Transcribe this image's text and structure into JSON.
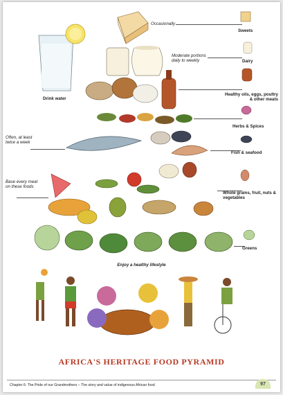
{
  "tiers": [
    {
      "label": "Sweets",
      "description": "Occasionally"
    },
    {
      "label": "Dairy",
      "description": "Moderate portions daily to weekly"
    },
    {
      "label": "Healthy oils, eggs, poultry & other meats"
    },
    {
      "label": "Herbs & Spices"
    },
    {
      "label": "Fish & seafood",
      "description": "Often, at least twice a week"
    },
    {
      "label": "Whole grains, fruit, nuts & vegetables",
      "description": "Base every meal on these foods"
    },
    {
      "label": "Greens"
    }
  ],
  "side_labels": {
    "drink": "Drink water",
    "lifestyle": "Enjoy a healthy lifestyle"
  },
  "title": "AFRICA'S HERITAGE FOOD PYRAMID",
  "footer": {
    "chapter": "Chapter 6: The Pride of our Grandmothers – The story and value of indigenous African food",
    "page_number": "97"
  },
  "colors": {
    "title": "#b73a26",
    "page_tab": "#d9e6b3"
  }
}
